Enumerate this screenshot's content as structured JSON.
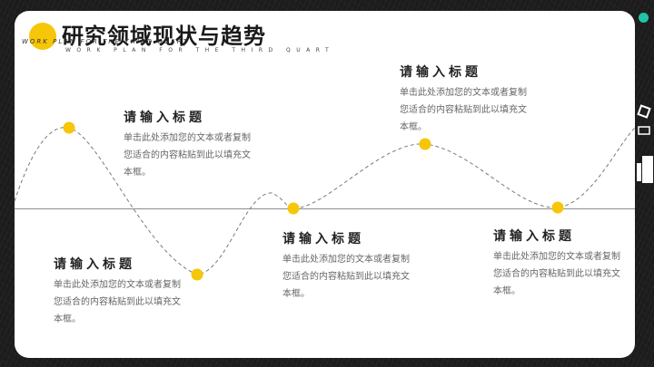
{
  "header": {
    "title": "研究领域现状与趋势",
    "sub_left": "WORK PLAN FOR THE THIRD QUART",
    "sub_right": "WORK PLAN FOR THE THIRD QUART"
  },
  "blocks": [
    {
      "title": "请输入标题",
      "body": "单击此处添加您的文本或者复制您适合的内容粘贴到此以填充文本框。"
    },
    {
      "title": "请输入标题",
      "body": "单击此处添加您的文本或者复制您适合的内容粘贴到此以填充文本框。"
    },
    {
      "title": "请输入标题",
      "body": "单击此处添加您的文本或者复制您适合的内容粘贴到此以填充文本框。"
    },
    {
      "title": "请输入标题",
      "body": "单击此处添加您的文本或者复制您适合的内容粘贴到此以填充文本框。"
    },
    {
      "title": "请输入标题",
      "body": "单击此处添加您的文本或者复制您适合的内容粘贴到此以填充文本框。"
    }
  ],
  "colors": {
    "accent": "#f6c608",
    "teal": "#22c2a6",
    "background": "#1c1c1c"
  }
}
